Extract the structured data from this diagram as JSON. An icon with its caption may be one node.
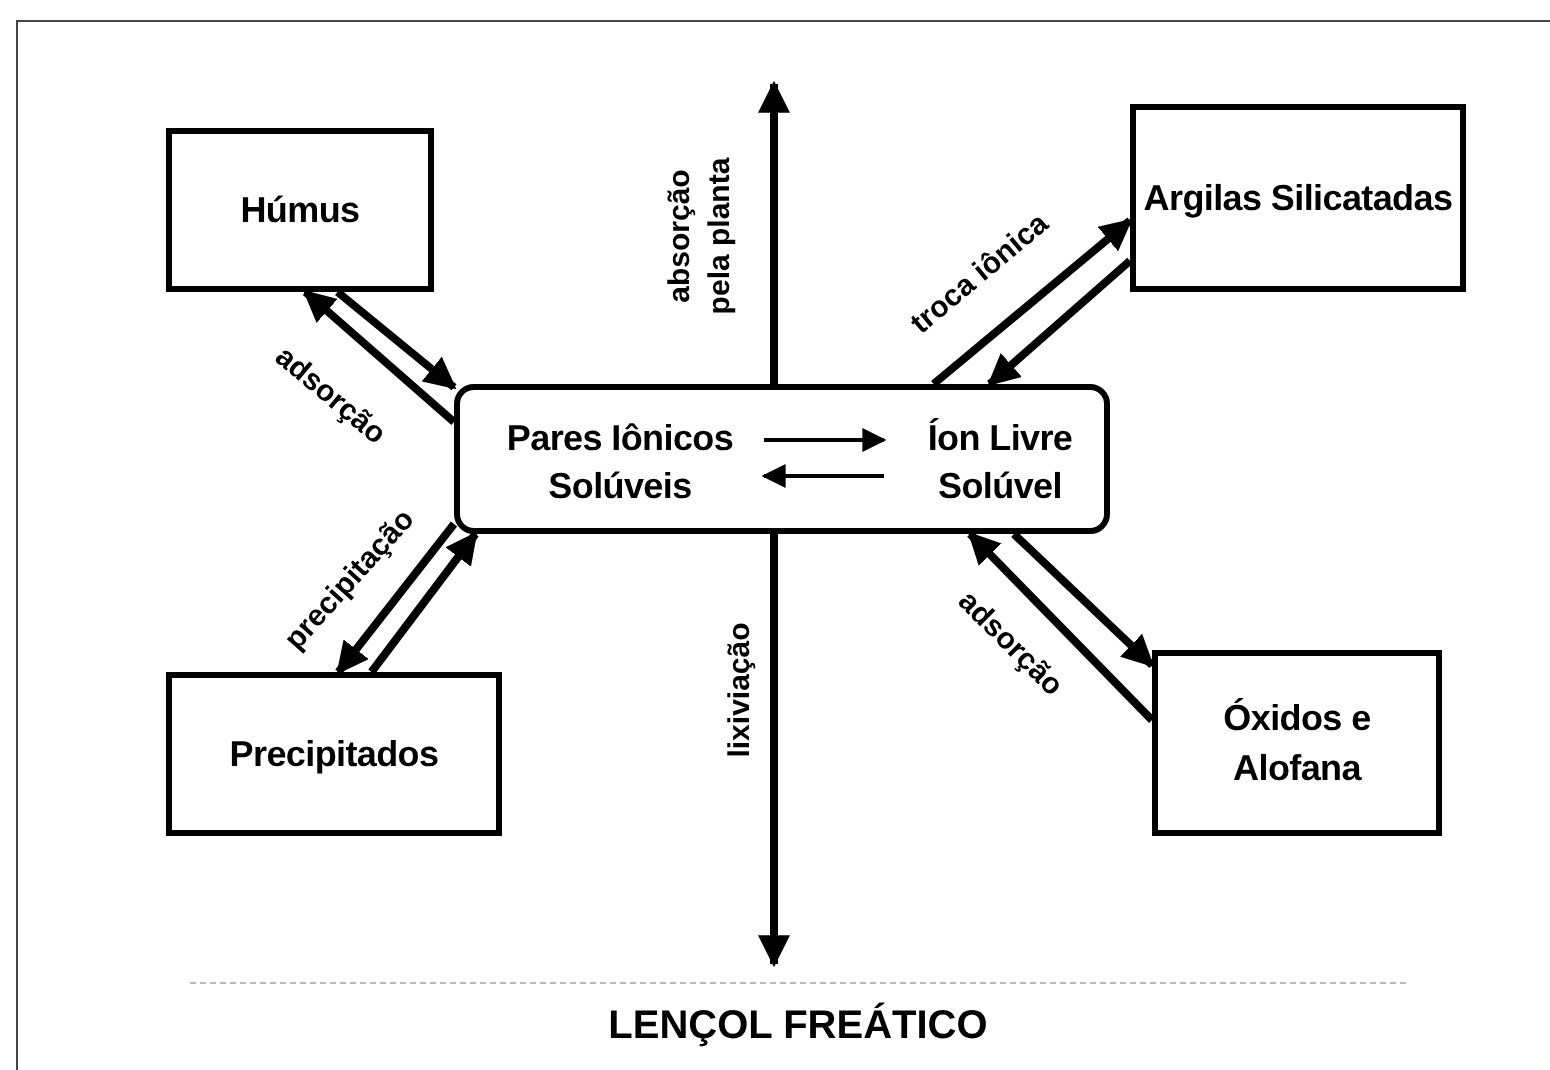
{
  "diagram": {
    "nodes": [
      {
        "text": [],
        "shape": "box"
      },
      {
        "text": [
          "Pares Iônicos Solúveis"
        ],
        "in": 0
      },
      {
        "text": [
          "Íon Livre Solúvel"
        ],
        "in": 0
      },
      {
        "text": [
          "Húmus"
        ]
      },
      {
        "text": [
          "Argilas Silicatadas"
        ]
      },
      {
        "text": [
          "Precipitados"
        ]
      },
      {
        "text": [
          "Óxidos e Alofana"
        ]
      },
      {
        "text": [
          "LENÇOL FREÁTICO"
        ]
      }
    ],
    "edges": [
      {
        "from": 1,
        "to": 2,
        "arrow": "to"
      },
      {
        "from": 2,
        "to": 1,
        "arrow": "to"
      },
      {
        "from": 3,
        "to": 0,
        "arrow": "to"
      },
      {
        "from": 0,
        "to": 3,
        "arrow": "to",
        "label": "adsorção"
      },
      {
        "from": 0,
        "to": 4,
        "arrow": "to",
        "label": "troca iônica"
      },
      {
        "from": 4,
        "to": 0,
        "arrow": "to"
      },
      {
        "from": 0,
        "to": 5,
        "arrow": "to",
        "label": "precipitação"
      },
      {
        "from": 5,
        "to": 0,
        "arrow": "to"
      },
      {
        "from": 0,
        "to": 6,
        "arrow": "to"
      },
      {
        "from": 6,
        "to": 0,
        "arrow": "to",
        "label": "adsorção"
      },
      {
        "from": 0,
        "to": null,
        "arrow": "to",
        "label": "absorção pela planta"
      },
      {
        "from": 0,
        "to": 7,
        "arrow": "to",
        "label": "lixiviação"
      }
    ]
  }
}
